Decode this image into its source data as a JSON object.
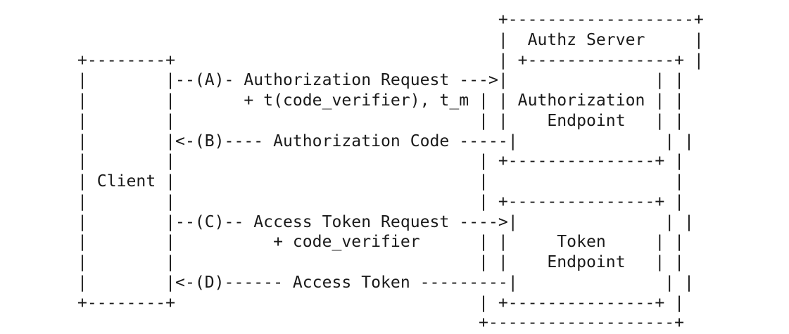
{
  "diagram": {
    "lines": [
      "                     +-------------------+",
      "                     |  Authz Server     |",
      "+--------+           | +---------------+ |",
      "|        |--(A)- Authorization Request --->|               | |",
      "|        |       + t(code_verifier), t_m | | Authorization | |",
      "|        |                               | |    Endpoint   | |",
      "|        |<-(B)---- Authorization Code -----|               | |",
      "|        |                               | +---------------+ |",
      "| Client |                               |                   |",
      "|        |                               | +---------------+ |",
      "|        |--(C)-- Access Token Request ---->|               | |",
      "|        |          + code_verifier      | |     Token     | |",
      "|        |                               | |    Endpoint   | |",
      "|        |<-(D)------ Access Token ---------|               | |",
      "+--------+                               | +---------------+ |",
      "                                         +-------------------+"
    ],
    "rows": [
      "                                           +-------------------+",
      "                                           |  Authz Server     |",
      "+--------+                                 | +---------------+ |",
      "|        |--(A)- Authorization Request --->|               | |",
      "|        |       + t(code_verifier), t_m | | Authorization | |",
      "|        |                               | |    Endpoint   | |",
      "|        |<-(B)---- Authorization Code -----|               | |",
      "|        |                               | +---------------+ |",
      "| Client |                               |                   |",
      "|        |                               | +---------------+ |",
      "|        |--(C)-- Access Token Request ---->|               | |",
      "|        |          + code_verifier      | |     Token     | |",
      "|        |                               | |    Endpoint   | |",
      "|        |<-(D)------ Access Token ---------|               | |",
      "+--------+                               | +---------------+ |",
      "                                         +-------------------+"
    ]
  }
}
